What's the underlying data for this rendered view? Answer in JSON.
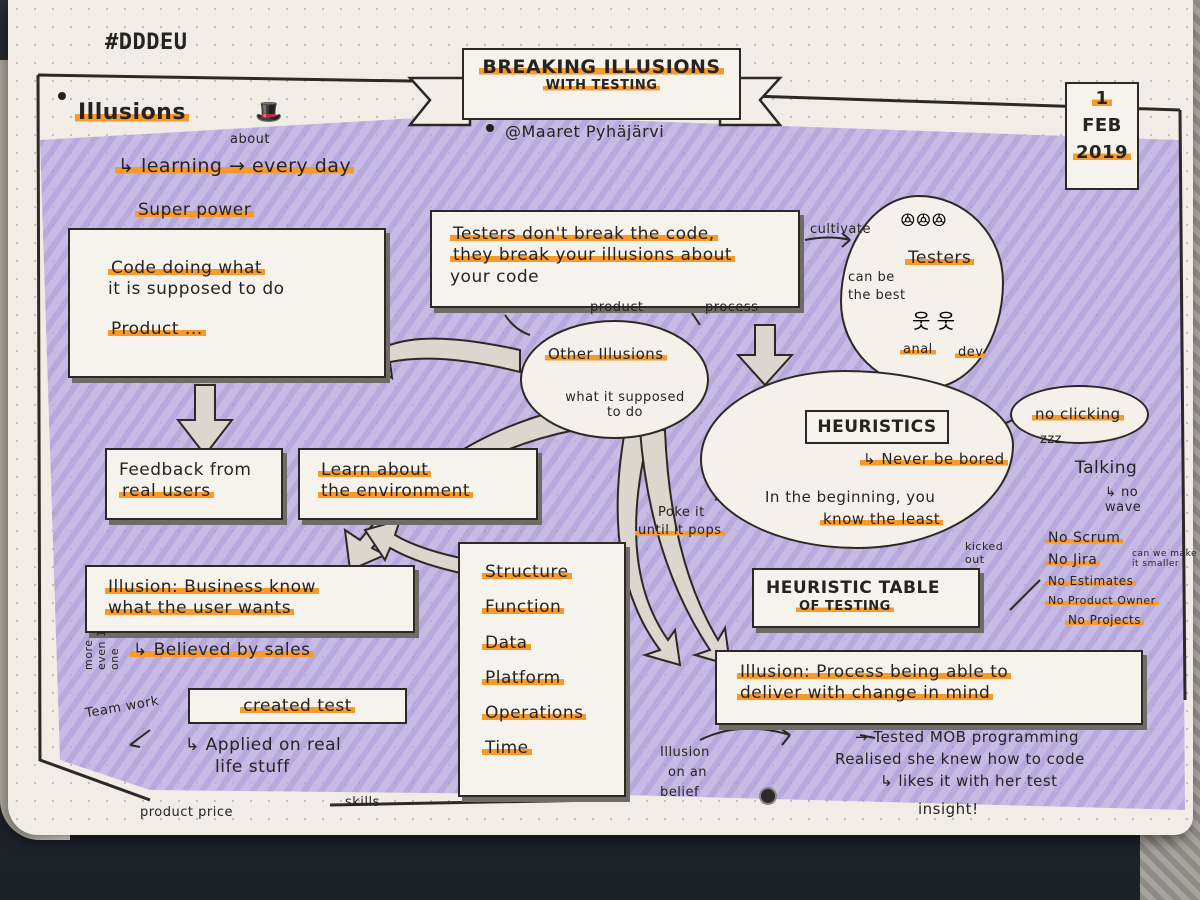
{
  "hashtag": "#DDDEU",
  "banner": {
    "title": "BREAKING ILLUSIONS",
    "subtitle": "WITH TESTING",
    "author": "@Maaret Pyhäjärvi"
  },
  "date": {
    "day": "1",
    "month": "FEB",
    "year": "2019"
  },
  "illusions_corner": {
    "title": "Illusions",
    "about": "about",
    "learning": "↳ learning → every day",
    "superpower": "Super power"
  },
  "code_box": {
    "line1": "Code doing what",
    "line2": "it is supposed to do",
    "line3": "Product ..."
  },
  "testers_box": {
    "line1": "Testers don't break the code,",
    "line2": "they break your illusions about",
    "line3": "your code"
  },
  "labels": {
    "product": "product",
    "process": "process",
    "cultivate": "cultivate"
  },
  "testers_cloud": {
    "title": "Testers",
    "can_be": "can be",
    "the_best": "the best",
    "anal": "anal",
    "dev": "dev"
  },
  "other_illusions_cloud": {
    "title": "Other Illusions",
    "body": "what it supposed to do"
  },
  "heuristics_cloud": {
    "title": "HEURISTICS",
    "never": "↳ Never be bored",
    "beginning": "In the beginning, you",
    "know": "know the least"
  },
  "poke": {
    "line1": "Poke it",
    "line2": "until it pops"
  },
  "feedback_box": {
    "line1": "Feedback from",
    "line2": "real users"
  },
  "learn_box": {
    "line1": "Learn about",
    "line2": "the environment"
  },
  "business_box": {
    "line1": "Illusion: Business know",
    "line2": "what the user wants"
  },
  "believed": "↳ Believed by sales",
  "created_box": "created test",
  "applied": {
    "line1": "↳ Applied on real",
    "line2": "life stuff"
  },
  "teamwork": {
    "line1": "Team work",
    "annotation": "more even 1 one"
  },
  "product_price": "product price",
  "skills": "skills",
  "sfdpot_list": [
    "Structure",
    "Function",
    "Data",
    "Platform",
    "Operations",
    "Time"
  ],
  "heuristic_table": {
    "line1": "HEURISTIC TABLE",
    "line2": "OF TESTING"
  },
  "process_box": {
    "line1": "Illusion: Process being able to",
    "line2": "deliver with change in mind"
  },
  "mob": {
    "line1": "→ Tested MOB programming",
    "line2": "Realised she knew how to code",
    "line3": "↳ likes it with her test",
    "line4": "insight!"
  },
  "illusion_belief": {
    "line1": "Illusion",
    "line2": "on an",
    "line3": "belief"
  },
  "no_clicking": "no clicking",
  "zzz": "zzz",
  "talking": "Talking",
  "no_wave": "↳ no wave",
  "kicked_out": "kicked out",
  "no_list": [
    "No Scrum",
    "No Jira",
    "No Estimates",
    "No Product Owner",
    "No Projects"
  ],
  "can_we": "can we make it smaller",
  "colors": {
    "highlight": "#f59a2b",
    "purple": "#a796d6",
    "ink": "#262322",
    "paper": "#f1ede6"
  }
}
